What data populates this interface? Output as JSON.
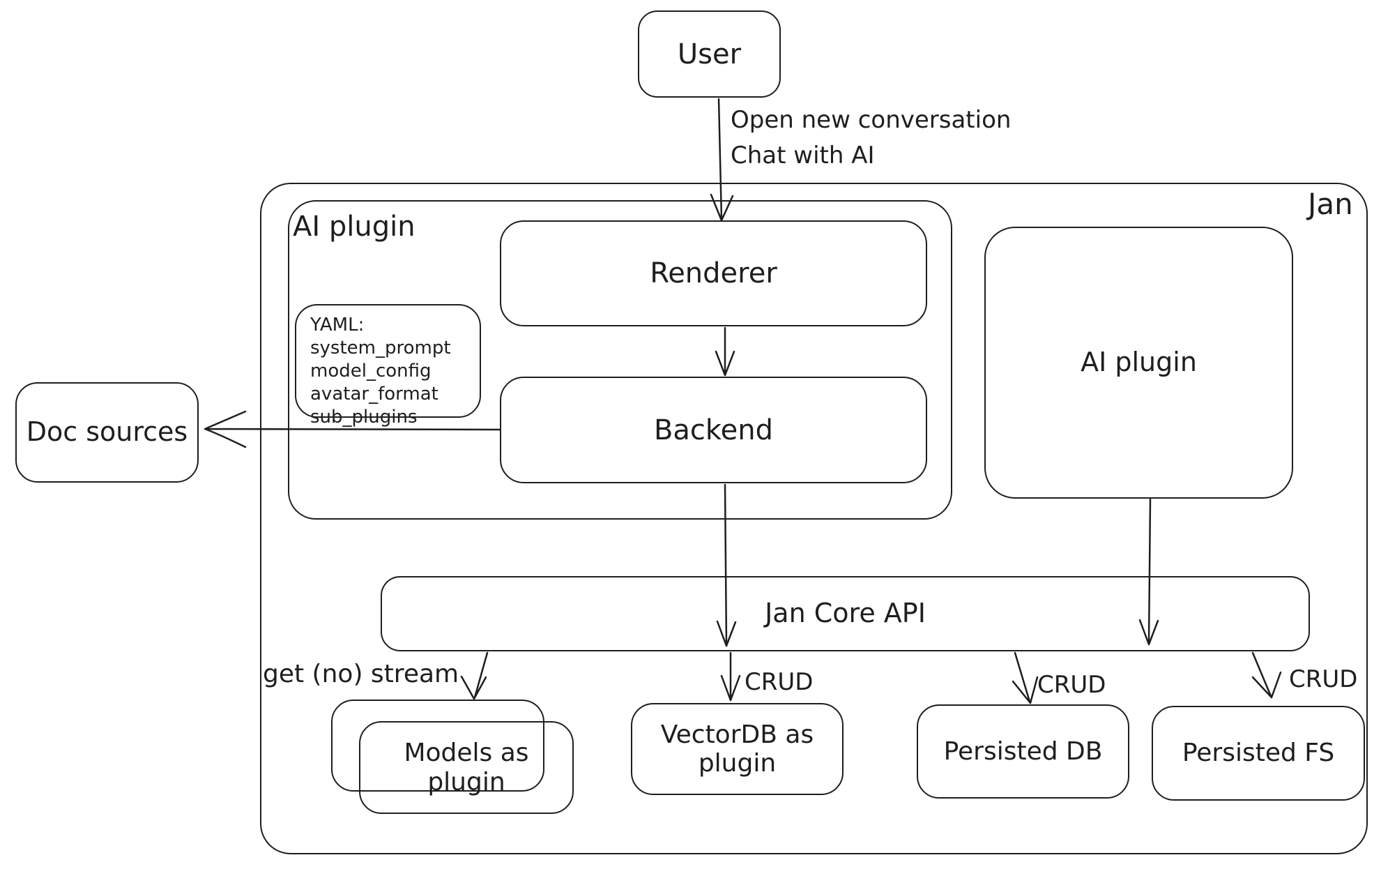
{
  "diagram": {
    "outer_container_label": "Jan",
    "plugin_container_label": "AI plugin",
    "nodes": {
      "user": "User",
      "renderer": "Renderer",
      "backend": "Backend",
      "ai_plugin_right": "AI plugin",
      "doc_sources": "Doc sources",
      "jan_core_api": "Jan Core API",
      "models_as_plugin": "Models as plugin",
      "vectordb_as_plugin": "VectorDB as plugin",
      "persisted_db": "Persisted DB",
      "persisted_fs": "Persisted FS"
    },
    "yaml_note": {
      "title": "YAML:",
      "lines": [
        "system_prompt",
        "model_config",
        "avatar_format",
        "sub_plugins"
      ]
    },
    "edge_labels": {
      "user_line1": "Open new conversation",
      "user_line2": "Chat with AI",
      "get_no_stream": "get (no) stream",
      "crud_vectordb": "CRUD",
      "crud_persisted_db": "CRUD",
      "crud_persisted_fs": "CRUD"
    },
    "colors": {
      "stroke": "#1e1e1e",
      "background": "#ffffff"
    }
  }
}
